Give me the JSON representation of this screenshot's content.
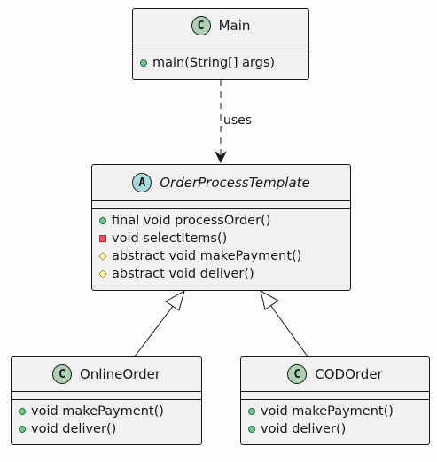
{
  "classes": {
    "main": {
      "badge": "C",
      "name": "Main",
      "methods": [
        {
          "vis": "public",
          "text": "main(String[] args)"
        }
      ]
    },
    "template": {
      "badge": "A",
      "name": "OrderProcessTemplate",
      "methods": [
        {
          "vis": "public",
          "text": "final void processOrder()"
        },
        {
          "vis": "private",
          "text": "void selectItems()"
        },
        {
          "vis": "protected",
          "text": "abstract void makePayment()"
        },
        {
          "vis": "protected",
          "text": "abstract void deliver()"
        }
      ]
    },
    "online": {
      "badge": "C",
      "name": "OnlineOrder",
      "methods": [
        {
          "vis": "public",
          "text": "void makePayment()"
        },
        {
          "vis": "public",
          "text": "void deliver()"
        }
      ]
    },
    "cod": {
      "badge": "C",
      "name": "CODOrder",
      "methods": [
        {
          "vis": "public",
          "text": "void makePayment()"
        },
        {
          "vis": "public",
          "text": "void deliver()"
        }
      ]
    }
  },
  "relations": {
    "uses_label": "uses"
  },
  "colors": {
    "class_fill": "#f1f1f1",
    "class_badge": "#add1b2",
    "abstract_badge": "#a9dcdf",
    "public": "#84be84",
    "private": "#f24d5c",
    "protected": "#fff7b4"
  }
}
